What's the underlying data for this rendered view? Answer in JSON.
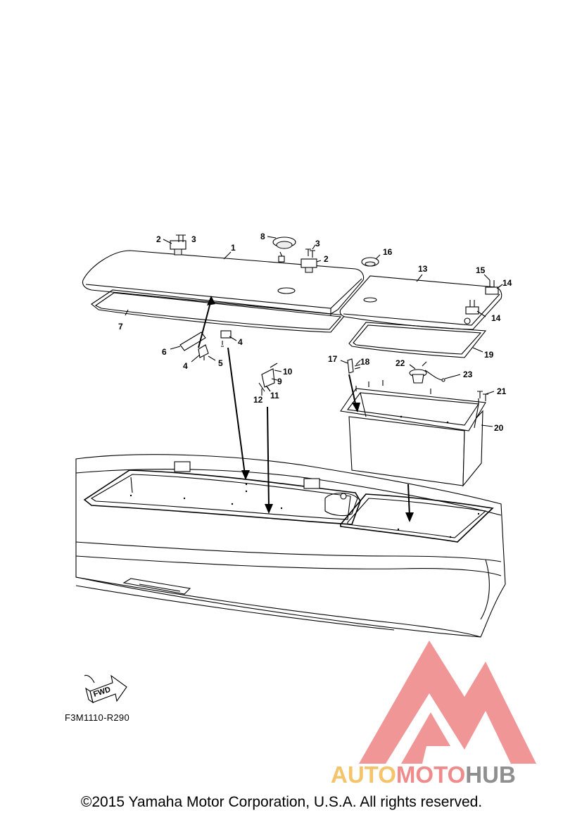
{
  "drawing_code": "F3M1110-R290",
  "copyright": "©2015 Yamaha Motor Corporation, U.S.A. All rights reserved.",
  "fwd_label": "FWD",
  "watermark": {
    "part1": "AUTO",
    "part2": "MOTO",
    "part3": "HUB",
    "colors": {
      "auto": "#f5c46a",
      "moto": "#f08b8b",
      "hub": "#8f8f8f",
      "logo": "#f08b8b"
    }
  },
  "callouts": {
    "c1": "1",
    "c2a": "2",
    "c2b": "2",
    "c3a": "3",
    "c3b": "3",
    "c4a": "4",
    "c4b": "4",
    "c5": "5",
    "c6": "6",
    "c7": "7",
    "c8": "8",
    "c9": "9",
    "c10": "10",
    "c11": "11",
    "c12": "12",
    "c13": "13",
    "c14a": "14",
    "c14b": "14",
    "c15": "15",
    "c16": "16",
    "c17": "17",
    "c18": "18",
    "c19": "19",
    "c20": "20",
    "c21": "21",
    "c22": "22",
    "c23": "23"
  }
}
